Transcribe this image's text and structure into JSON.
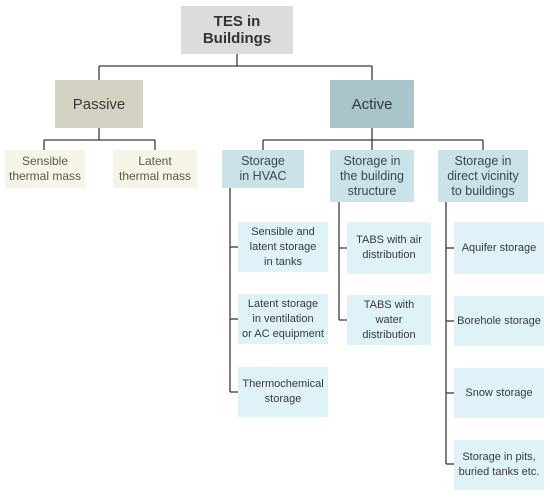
{
  "diagram": {
    "root": "TES in Buildings",
    "passive": {
      "label": "Passive",
      "children": [
        "Sensible\nthermal mass",
        "Latent\nthermal mass"
      ]
    },
    "active": {
      "label": "Active",
      "categories": [
        {
          "label": "Storage\nin HVAC",
          "items": [
            "Sensible and\nlatent storage\nin tanks",
            "Latent storage\nin ventilation\nor AC equipment",
            "Thermochemical\nstorage"
          ]
        },
        {
          "label": "Storage in\nthe building\nstructure",
          "items": [
            "TABS with air\ndistribution",
            "TABS with water\ndistribution"
          ]
        },
        {
          "label": "Storage in\ndirect vicinity\nto buildings",
          "items": [
            "Aquifer storage",
            "Borehole storage",
            "Snow storage",
            "Storage in pits,\nburied tanks etc."
          ]
        }
      ]
    },
    "colors": {
      "connector": "#3a3a3a",
      "root_fill": "#dcdcdc",
      "passive_fill": "#d4d3c3",
      "passive_child_fill": "#f5f4e7",
      "active_fill": "#a9c5cb",
      "category_fill": "#c9e3e8",
      "item_fill": "#dff2f7"
    }
  }
}
